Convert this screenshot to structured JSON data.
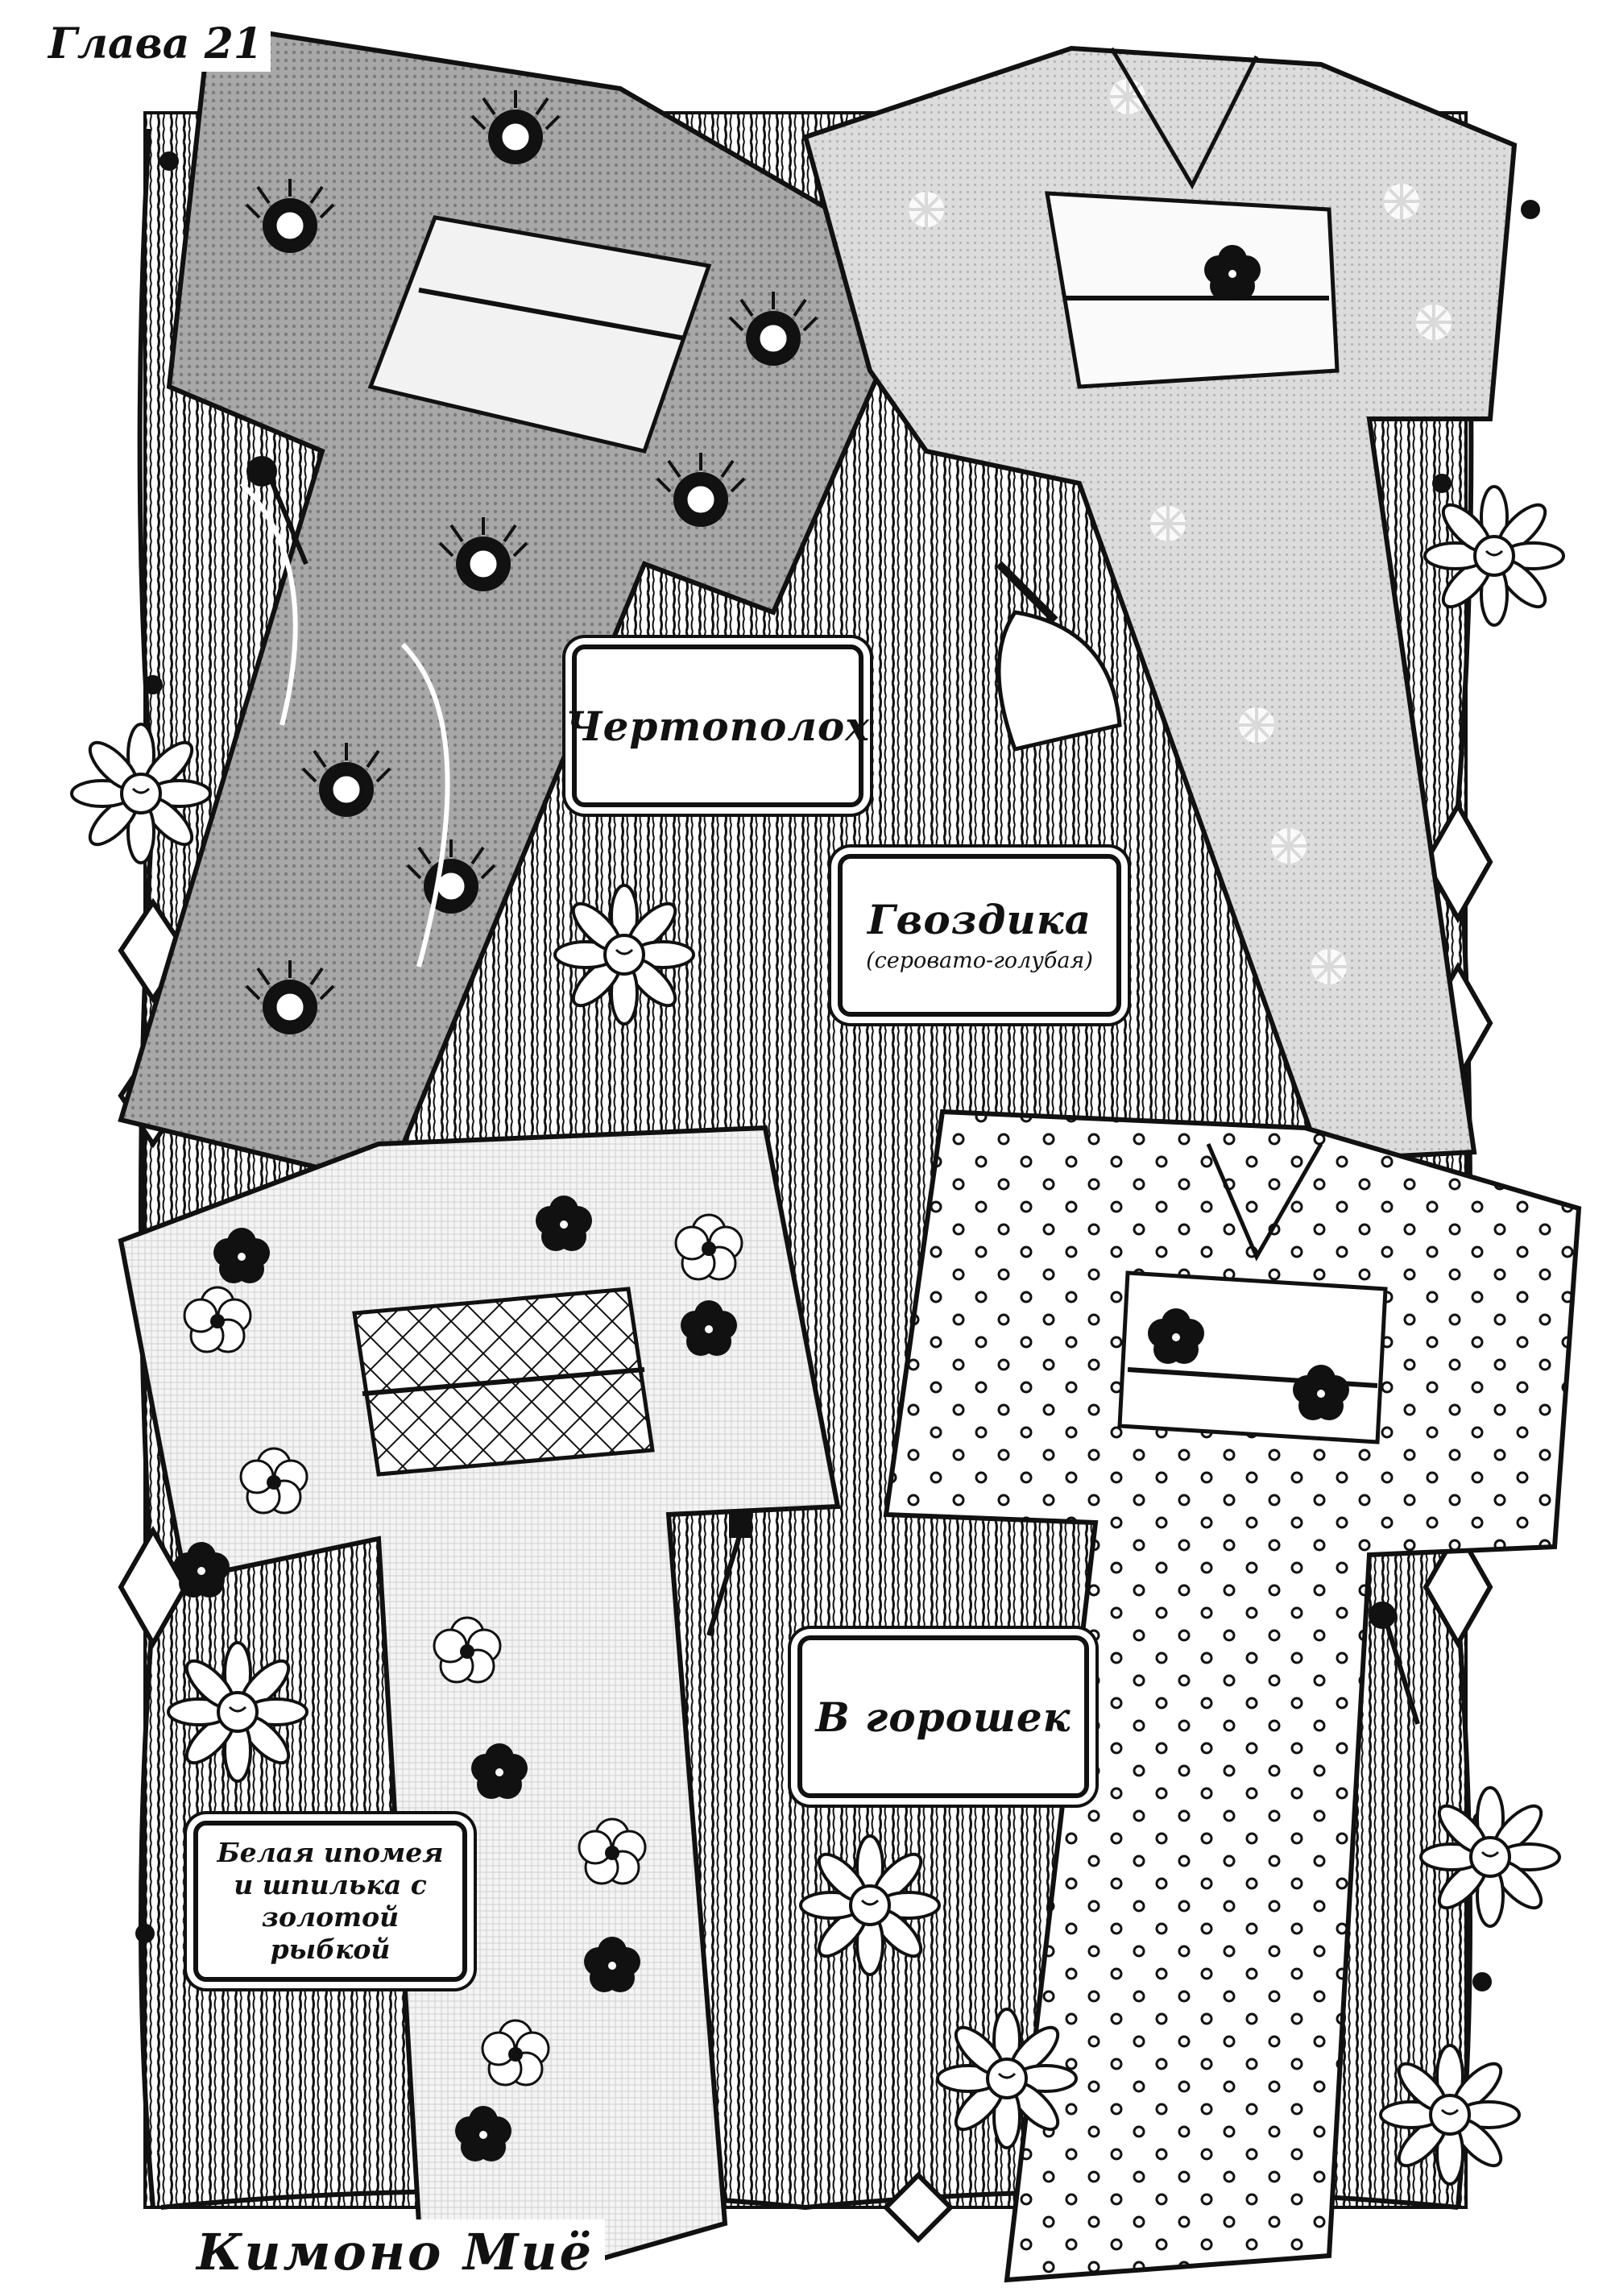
{
  "chapter": "Глава 21",
  "footer": "Кимоно Миё",
  "kimonos": [
    {
      "title": "Чертополох",
      "subtitle": ""
    },
    {
      "title": "Гвоздика",
      "subtitle": "(сероватo-голубая)"
    },
    {
      "title": "В горошек",
      "subtitle": ""
    },
    {
      "title": "Белая ипомея и шпилька с золотой рыбкой",
      "subtitle": ""
    }
  ],
  "icons": [
    "thistle-pattern-icon",
    "carnation-pattern-icon",
    "polka-dot-pattern-icon",
    "morning-glory-pattern-icon",
    "daisy-icon",
    "hairpin-icon",
    "drawstring-bag-icon"
  ],
  "colors": {
    "ink": "#111111",
    "paper": "#ffffff",
    "screentone": "#9a9a9a"
  }
}
